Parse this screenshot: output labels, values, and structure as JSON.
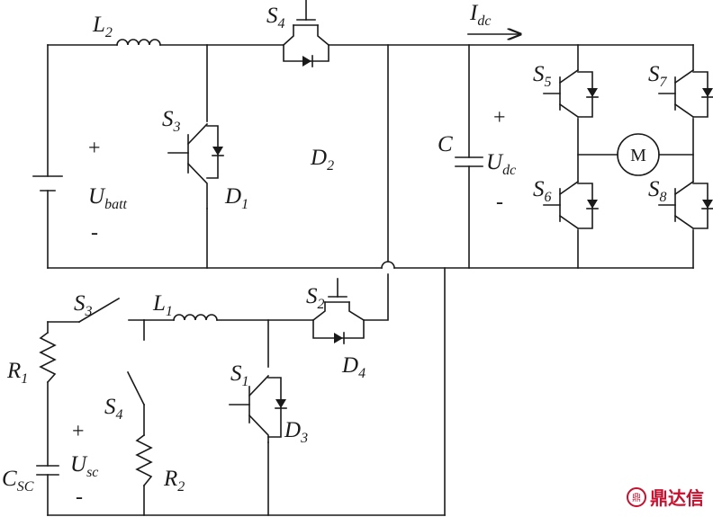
{
  "labels": {
    "L2": {
      "main": "L",
      "sub": "2"
    },
    "S4_top": {
      "main": "S",
      "sub": "4"
    },
    "Idc": {
      "main": "I",
      "sub": "dc"
    },
    "S3_top": {
      "main": "S",
      "sub": "3"
    },
    "D1": {
      "main": "D",
      "sub": "1"
    },
    "D2": {
      "main": "D",
      "sub": "2"
    },
    "Ubatt": {
      "main": "U",
      "sub": "batt"
    },
    "C": {
      "main": "C",
      "sub": ""
    },
    "Udc": {
      "main": "U",
      "sub": "dc"
    },
    "S5": {
      "main": "S",
      "sub": "5"
    },
    "S6": {
      "main": "S",
      "sub": "6"
    },
    "S7": {
      "main": "S",
      "sub": "7"
    },
    "S8": {
      "main": "S",
      "sub": "8"
    },
    "S3_bot": {
      "main": "S",
      "sub": "3"
    },
    "L1": {
      "main": "L",
      "sub": "1"
    },
    "S2": {
      "main": "S",
      "sub": "2"
    },
    "D4": {
      "main": "D",
      "sub": "4"
    },
    "R1": {
      "main": "R",
      "sub": "1"
    },
    "S4_bot": {
      "main": "S",
      "sub": "4"
    },
    "S1": {
      "main": "S",
      "sub": "1"
    },
    "D3": {
      "main": "D",
      "sub": "3"
    },
    "Usc": {
      "main": "U",
      "sub": "sc"
    },
    "CSC": {
      "main": "C",
      "sub": "SC"
    },
    "R2": {
      "main": "R",
      "sub": "2"
    }
  },
  "signs": {
    "batt_plus": "+",
    "batt_minus": "-",
    "dc_plus": "+",
    "dc_minus": "-",
    "sc_plus": "+",
    "sc_minus": "-"
  },
  "motor": {
    "label": "M"
  },
  "watermark": {
    "logo": "鼎",
    "text": "鼎达信"
  }
}
